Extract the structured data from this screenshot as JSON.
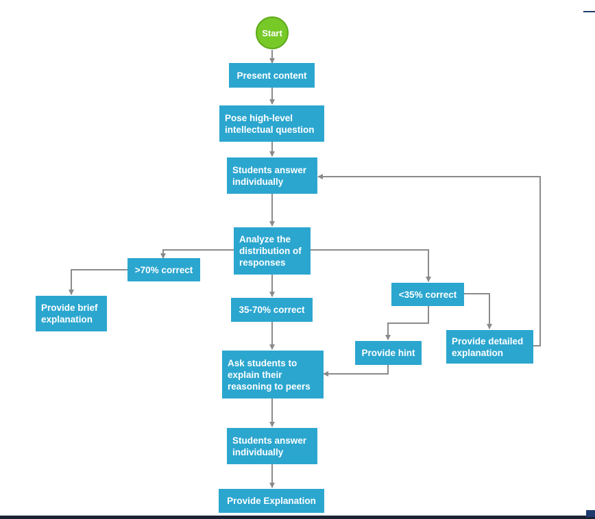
{
  "nodes": {
    "start": "Start",
    "present": "Present content",
    "pose": "Pose high-level\nintellectual question",
    "answer1": "Students answer\nindividually",
    "analyze": "Analyze the\ndistribution of\nresponses",
    "gt70": ">70% correct",
    "brief": "Provide brief\nexplanation",
    "mid": "35-70% correct",
    "lt35": "<35% correct",
    "hint": "Provide hint",
    "detailed": "Provide detailed\nexplanation",
    "ask": "Ask students to\nexplain their\nreasoning to peers",
    "answer2": "Students answer\nindividually",
    "final": "Provide Explanation"
  },
  "colors": {
    "node_fill": "#2ba6cf",
    "start_fill": "#77c928",
    "connector": "#8a8a8a"
  }
}
